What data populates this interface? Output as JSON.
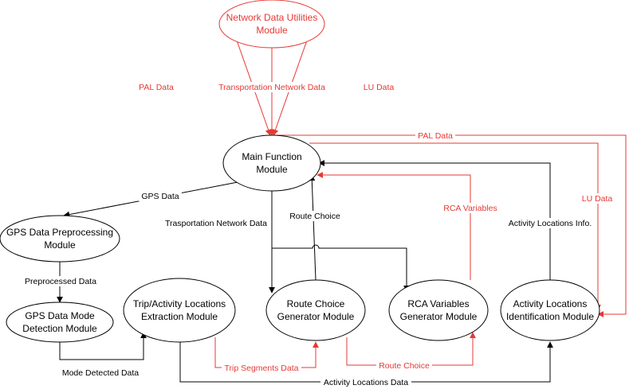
{
  "colors": {
    "black": "#000000",
    "red": "#e53935",
    "background": "#ffffff"
  },
  "nodes": {
    "network_data_utilities": {
      "lines": [
        "Network Data Utilities",
        "Module"
      ]
    },
    "main_function": {
      "lines": [
        "Main Function",
        "Module"
      ]
    },
    "gps_preprocessing": {
      "lines": [
        "GPS Data Preprocessing",
        "Module"
      ]
    },
    "gps_mode_detection": {
      "lines": [
        "GPS Data Mode",
        "Detection Module"
      ]
    },
    "trip_activity_extraction": {
      "lines": [
        "Trip/Activity Locations",
        "Extraction Module"
      ]
    },
    "route_choice_generator": {
      "lines": [
        "Route Choice",
        "Generator Module"
      ]
    },
    "rca_variables_generator": {
      "lines": [
        "RCA Variables",
        "Generator Module"
      ]
    },
    "activity_locations_identification": {
      "lines": [
        "Activity Locations",
        "Identification Module"
      ]
    }
  },
  "edges": {
    "pal_data_top": "PAL Data",
    "transportation_network_data": "Transportation Network Data",
    "lu_data_top": "LU Data",
    "pal_data_right": "PAL Data",
    "lu_data_right": "LU Data",
    "gps_data": "GPS Data",
    "trasportation_network_data": "Trasportation Network Data",
    "route_choice_up": "Route Choice",
    "rca_variables": "RCA Variables",
    "activity_locations_info": "Activity Locations Info.",
    "preprocessed_data": "Preprocessed Data",
    "mode_detected_data": "Mode Detected Data",
    "trip_segments_data": "Trip Segments Data",
    "route_choice_bottom": "Route Choice",
    "activity_locations_data": "Activity Locations Data"
  }
}
